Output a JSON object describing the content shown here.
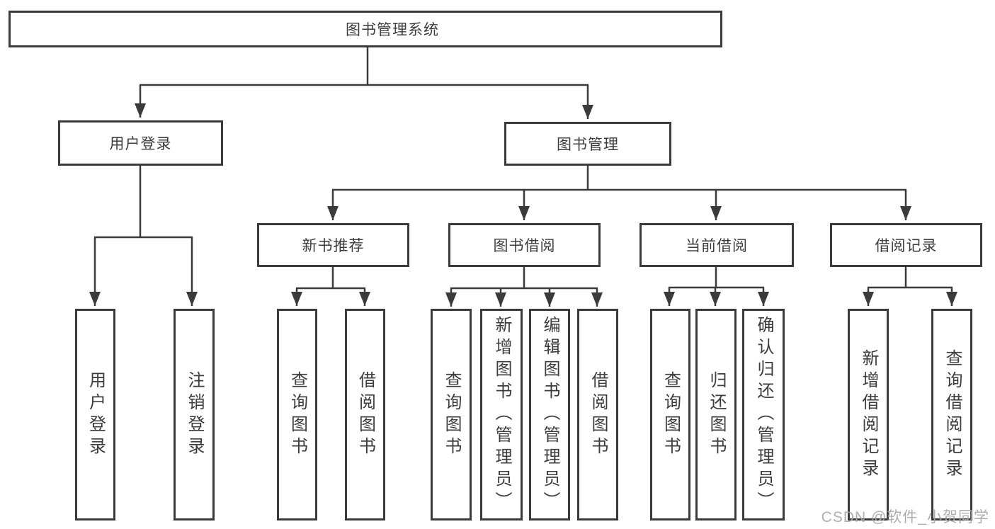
{
  "tree": {
    "root": {
      "label": "图书管理系统"
    },
    "branches": [
      {
        "label": "用户登录",
        "leaves": [
          {
            "label": "用户登录"
          },
          {
            "label": "注销登录"
          }
        ]
      },
      {
        "label": "图书管理",
        "sections": [
          {
            "label": "新书推荐",
            "leaves": [
              {
                "label": "查询图书"
              },
              {
                "label": "借阅图书"
              }
            ]
          },
          {
            "label": "图书借阅",
            "leaves": [
              {
                "label": "查询图书"
              },
              {
                "label": "新增图书（管理员）"
              },
              {
                "label": "编辑图书（管理员）"
              },
              {
                "label": "借阅图书"
              }
            ]
          },
          {
            "label": "当前借阅",
            "leaves": [
              {
                "label": "查询图书"
              },
              {
                "label": "归还图书"
              },
              {
                "label": "确认归还（管理员）"
              }
            ]
          },
          {
            "label": "借阅记录",
            "leaves": [
              {
                "label": "新增借阅记录"
              },
              {
                "label": "查询借阅记录"
              }
            ]
          }
        ]
      }
    ]
  },
  "watermark": {
    "text": "CSDN @软件_小贺同学"
  },
  "colors": {
    "line": "#3b3b3b",
    "box_border": "#3b3b3b",
    "text": "#3c3c3c",
    "watermark": "#a5a5a5",
    "background": "#ffffff"
  }
}
